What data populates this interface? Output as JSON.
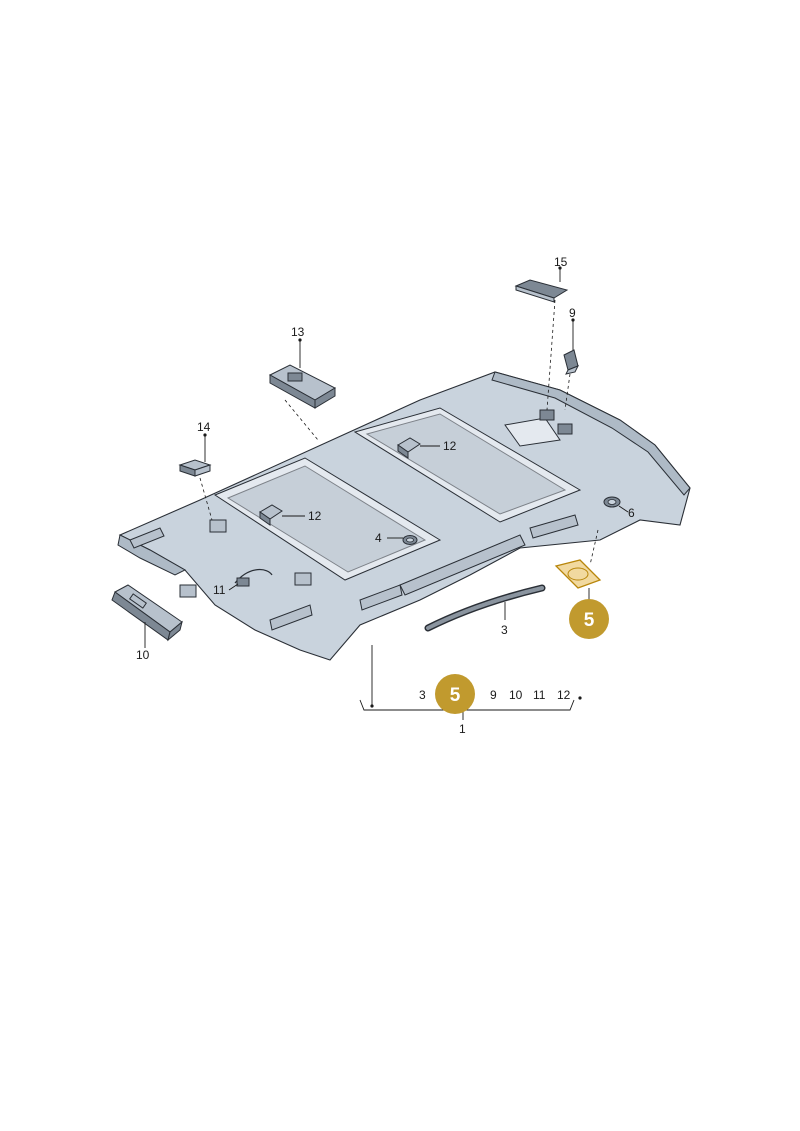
{
  "diagram": {
    "highlight_color": "#c19a2e",
    "highlighted_part": "5",
    "callouts": {
      "c15": "15",
      "c9": "9",
      "c13": "13",
      "c14": "14",
      "c12a": "12",
      "c12b": "12",
      "c6": "6",
      "c4": "4",
      "c11": "11",
      "c3": "3",
      "c10": "10",
      "c1": "1"
    },
    "badge_part": "5",
    "badge_group": "5",
    "group_list": [
      "3",
      "9",
      "10",
      "11",
      "12"
    ]
  }
}
